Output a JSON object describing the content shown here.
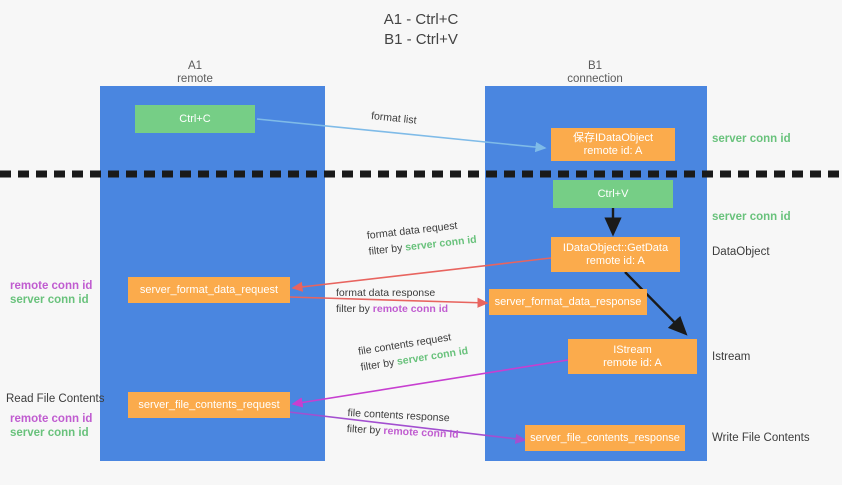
{
  "title": "A1 - Ctrl+C\nB1 - Ctrl+V",
  "lanes": [
    {
      "name": "A1",
      "sub": "remote"
    },
    {
      "name": "B1",
      "sub": "connection"
    }
  ],
  "nodes": {
    "ctrl_c": {
      "line1": "Ctrl+C",
      "line2": ""
    },
    "ole_idataobject": {
      "line1": "保存IDataObject",
      "line2": "remote id: A"
    },
    "ctrl_v": {
      "line1": "Ctrl+V",
      "line2": ""
    },
    "getdata": {
      "line1": "IDataObject::GetData",
      "line2": "remote id: A"
    },
    "istream": {
      "line1": "IStream",
      "line2": "remote id: A"
    },
    "server_format_data_request": {
      "line1": "server_format_data_request",
      "line2": ""
    },
    "server_format_data_response": {
      "line1": "server_format_data_response",
      "line2": ""
    },
    "server_file_contents_request": {
      "line1": "server_file_contents_request",
      "line2": ""
    },
    "server_file_contents_response": {
      "line1": "server_file_contents_response",
      "line2": ""
    }
  },
  "edge_labels": {
    "format_list": {
      "text": "format list"
    },
    "format_data_request": {
      "line1": "format data request",
      "prefix": "filter by ",
      "token": "server conn id",
      "token_kind": "server"
    },
    "format_data_response": {
      "line1": "format data response",
      "prefix": "filter by ",
      "token": "remote conn id",
      "token_kind": "remote"
    },
    "file_contents_request": {
      "line1": "file contents request",
      "prefix": "filter by ",
      "token": "server conn id",
      "token_kind": "server"
    },
    "file_contents_response": {
      "line1": "file contents response",
      "prefix": "filter by ",
      "token": "remote conn id",
      "token_kind": "remote"
    }
  },
  "right_labels": [
    {
      "id": "server-conn-id-top",
      "text": "server conn id",
      "kind": "server"
    },
    {
      "id": "server-conn-id-mid",
      "text": "server conn id",
      "kind": "server"
    },
    {
      "id": "dataobject",
      "text": "DataObject",
      "kind": "plain"
    },
    {
      "id": "istream",
      "text": "Istream",
      "kind": "plain"
    },
    {
      "id": "write-file-contents",
      "text": "Write File Contents",
      "kind": "plain"
    }
  ],
  "left_labels": {
    "format_group": [
      {
        "text": "remote conn id",
        "kind": "remote"
      },
      {
        "text": "server conn id",
        "kind": "server"
      }
    ],
    "read_file_title": "Read File Contents",
    "file_group": [
      {
        "text": "remote conn id",
        "kind": "remote"
      },
      {
        "text": "server conn id",
        "kind": "server"
      }
    ]
  },
  "colors": {
    "lane": "#4a86e0",
    "green": "#76ce86",
    "orange": "#fbab4c",
    "remote": "#c05cd0",
    "server": "#69c27c",
    "wire_blue": "#7fbbe8",
    "wire_red": "#e8645f",
    "wire_magenta": "#c73fd0",
    "wire_purple": "#a34fd0",
    "wire_black": "#1a1a1a",
    "background": "#f7f7f7"
  }
}
